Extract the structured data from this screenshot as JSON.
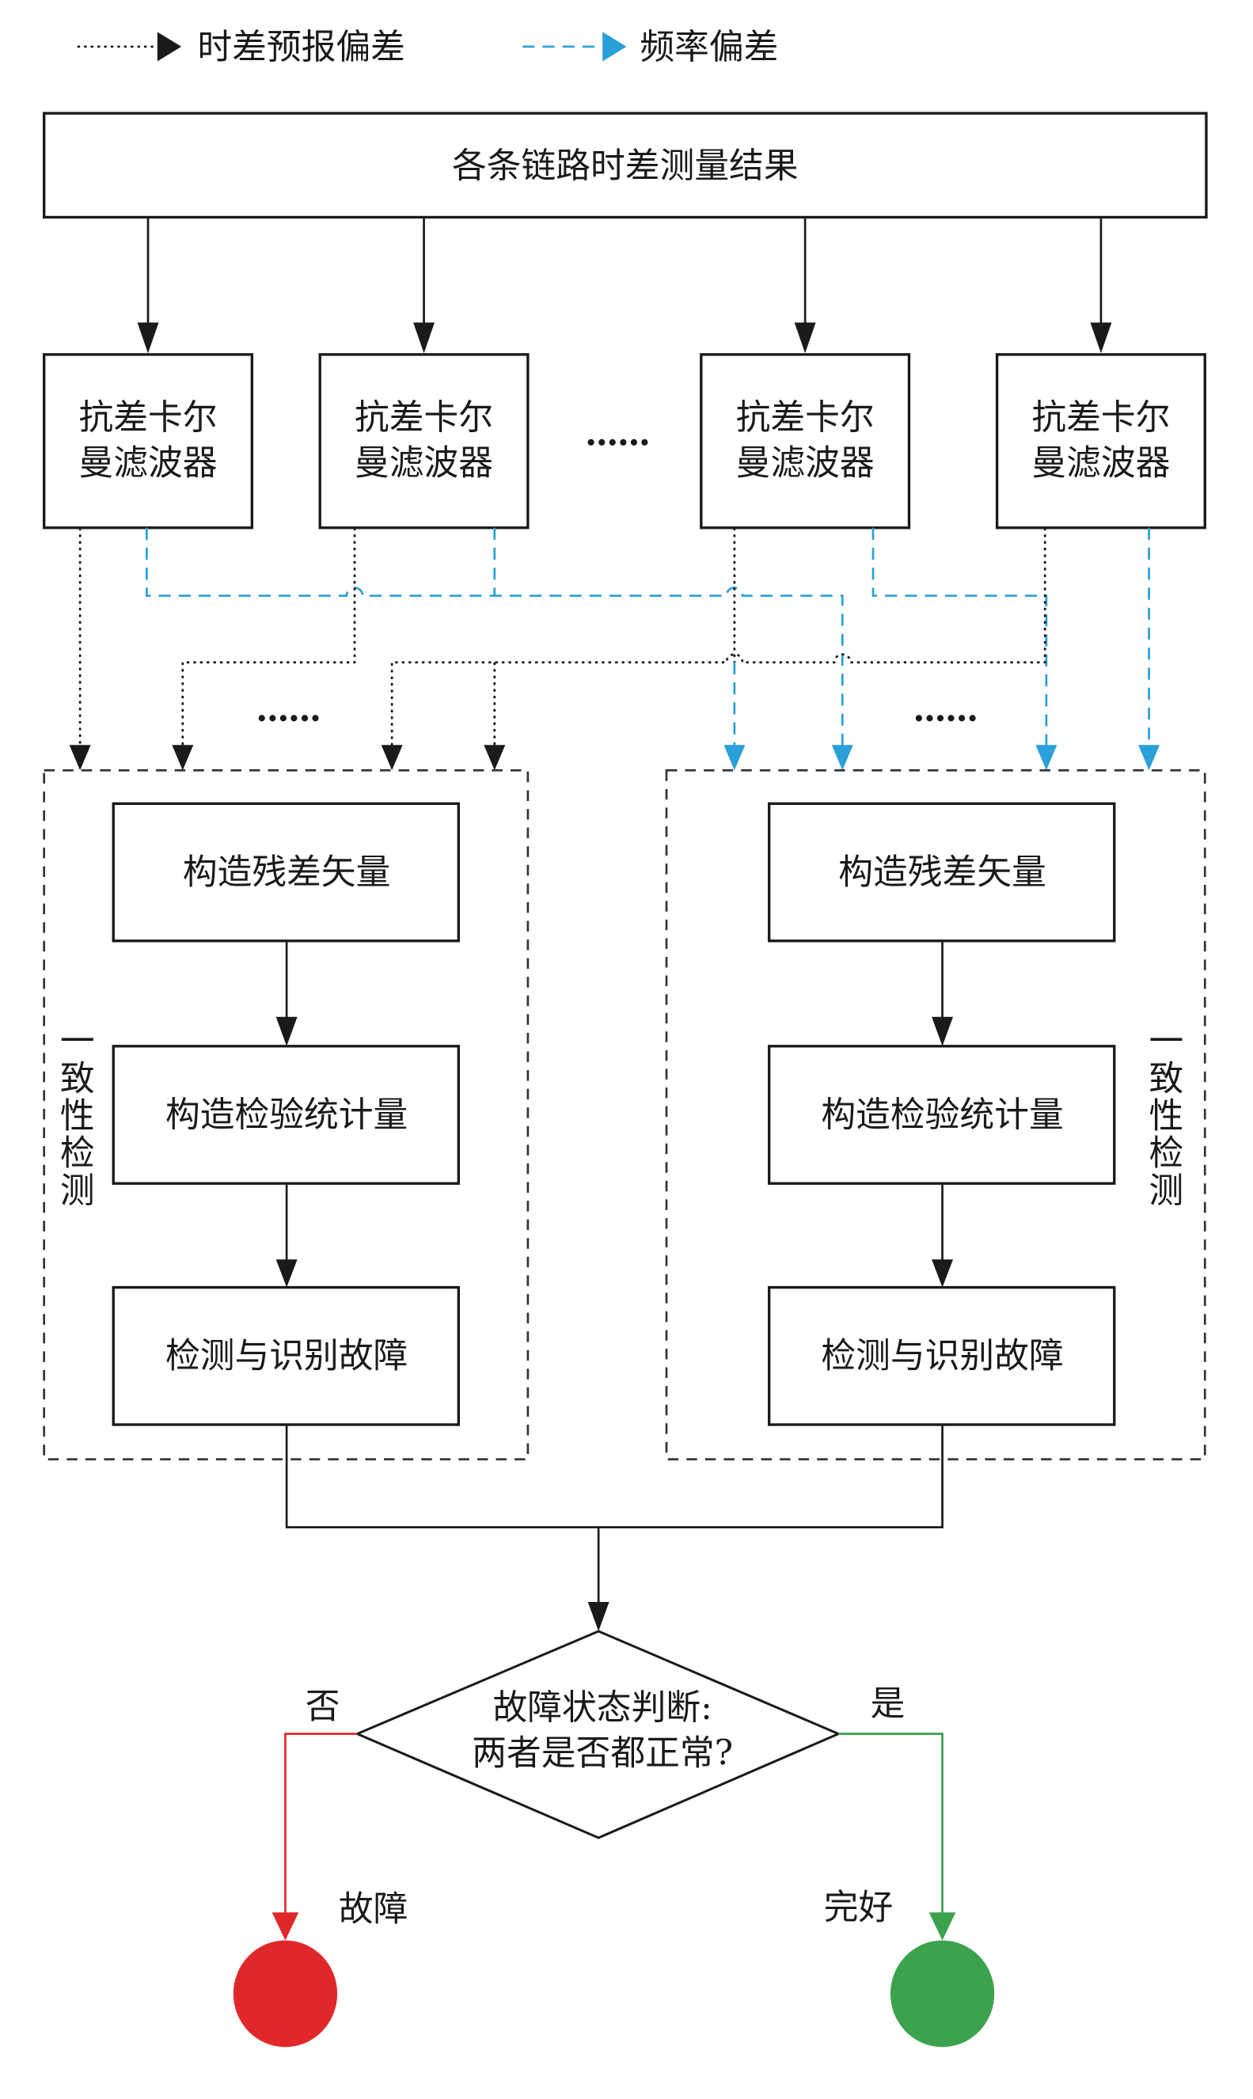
{
  "legend": {
    "time_bias": "时差预报偏差",
    "freq_bias": "频率偏差",
    "time_bias_color": "#1a1a1a",
    "freq_bias_color": "#2a9fd8"
  },
  "top_box": "各条链路时差测量结果",
  "filters": [
    {
      "line1": "抗差卡尔",
      "line2": "曼滤波器"
    },
    {
      "line1": "抗差卡尔",
      "line2": "曼滤波器"
    },
    {
      "line1": "抗差卡尔",
      "line2": "曼滤波器"
    },
    {
      "line1": "抗差卡尔",
      "line2": "曼滤波器"
    }
  ],
  "ellipsis": "......",
  "left_group": {
    "label": [
      "一",
      "致",
      "性",
      "检",
      "测"
    ],
    "steps": [
      "构造残差矢量",
      "构造检验统计量",
      "检测与识别故障"
    ]
  },
  "right_group": {
    "label": [
      "一",
      "致",
      "性",
      "检",
      "测"
    ],
    "steps": [
      "构造残差矢量",
      "构造检验统计量",
      "检测与识别故障"
    ]
  },
  "decision": {
    "line1": "故障状态判断:",
    "line2": "两者是否都正常?",
    "no_label": "否",
    "yes_label": "是"
  },
  "outcomes": {
    "fault": {
      "label": "故障",
      "color": "#e0282a"
    },
    "ok": {
      "label": "完好",
      "color": "#3ca24e"
    }
  }
}
